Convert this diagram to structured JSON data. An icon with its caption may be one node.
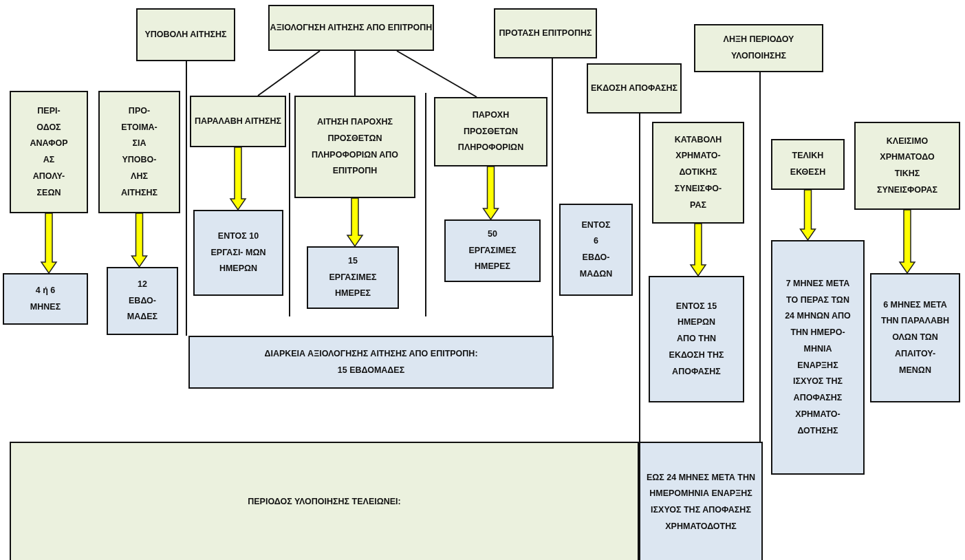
{
  "diagram": {
    "nodes": [
      {
        "text": [
          "ΥΠΟΒΟΛΗ ΑΙΤΗΣΗΣ"
        ]
      },
      {
        "text": [
          "ΑΞΙΟΛΟΓΗΣΗ ΑΙΤΗΣΗΣ ΑΠΟ ΕΠΙΤΡΟΠΗ"
        ]
      },
      {
        "text": [
          "ΠΡΟΤΑΣΗ ΕΠΙΤΡΟΠΗΣ"
        ]
      },
      {
        "text": [
          "ΕΚΔΟΣΗ ΑΠΟΦΑΣΗΣ"
        ]
      },
      {
        "text": [
          "ΛΗΞΗ ΠΕΡΙΟΔΟΥ ΥΛΟΠΟΙΗΣΗΣ"
        ]
      },
      {
        "text": [
          "ΠΕΡΙ- ΟΔΟΣ ΑΝΑΦΟΡ ΑΣ ΑΠΟΛΥ- ΣΕΩΝ"
        ]
      },
      {
        "text": [
          "ΠΡΟ- ΕΤΟΙΜΑ- ΣΙΑ ΥΠΟΒΟ- ΛΗΣ ΑΙΤΗΣΗΣ"
        ]
      },
      {
        "text": [
          "ΠΑΡΑΛΑΒΗ ΑΙΤΗΣΗΣ"
        ]
      },
      {
        "text": [
          "ΑΙΤΗΣΗ ΠΑΡΟΧΗΣ ΠΡΟΣΘΕΤΩΝ ΠΛΗΡΟΦΟΡΙΩΝ ΑΠΟ ΕΠΙΤΡΟΠΗ"
        ]
      },
      {
        "text": [
          "ΠΑΡΟΧΗ ΠΡΟΣΘΕΤΩΝ ΠΛΗΡΟΦΟΡΙΩΝ"
        ]
      },
      {
        "text": [
          "ΚΑΤΑΒΟΛΗ ΧΡΗΜΑΤΟ- ΔΟΤΙΚΗΣ ΣΥΝΕΙΣΦΟ- ΡΑΣ"
        ]
      },
      {
        "text": [
          "ΤΕΛΙΚΗ ΕΚΘΕΣΗ"
        ]
      },
      {
        "text": [
          "ΚΛΕΙΣΙΜΟ ΧΡΗΜΑΤΟΔΟ ΤΙΚΗΣ ΣΥΝΕΙΣΦΟΡΑΣ"
        ]
      },
      {
        "text": [
          "4 ή 6 ΜΗΝΕΣ"
        ]
      },
      {
        "text": [
          "12 ΕΒΔΟ- ΜΑΔΕΣ"
        ]
      },
      {
        "text": [
          "ΕΝΤΟΣ 10 ΕΡΓΑΣΙ- ΜΩΝ ΗΜΕΡΩΝ"
        ]
      },
      {
        "text": [
          "15 ΕΡΓΑΣΙΜΕΣ ΗΜΕΡΕΣ"
        ]
      },
      {
        "text": [
          "50 ΕΡΓΑΣΙΜΕΣ ΗΜΕΡΕΣ"
        ]
      },
      {
        "text": [
          "ΕΝΤΟΣ 6 ΕΒΔΟ- ΜΑΔΩΝ"
        ]
      },
      {
        "text": [
          "ΕΝΤΟΣ 15 ΗΜΕΡΩΝ ΑΠΟ ΤΗΝ ΕΚΔΟΣΗ ΤΗΣ ΑΠΟΦΑΣΗΣ"
        ]
      },
      {
        "text": [
          "7 ΜΗΝΕΣ ΜΕΤΑ ΤΟ ΠΕΡΑΣ ΤΩΝ 24 ΜΗΝΩΝ ΑΠΟ ΤΗΝ ΗΜΕΡΟ- ΜΗΝΙΑ ΕΝΑΡΞΗΣ ΙΣΧΥΟΣ ΤΗΣ ΑΠΟΦΑΣΗΣ ΧΡΗΜΑΤΟ- ΔΟΤΗΣΗΣ"
        ]
      },
      {
        "text": [
          "6 ΜΗΝΕΣ ΜΕΤΑ ΤΗΝ ΠΑΡΑΛΑΒΗ ΟΛΩΝ ΤΩΝ ΑΠΑΙΤΟΥ- ΜΕΝΩΝ"
        ]
      },
      {
        "text": [
          "ΔΙΑΡΚΕΙΑ ΑΞΙΟΛΟΓΗΣΗΣ ΑΙΤΗΣΗΣ ΑΠΟ ΕΠΙΤΡΟΠΗ:",
          "15 ΕΒΔΟΜΑΔΕΣ"
        ]
      },
      {
        "text": [
          "ΠΕΡΙΟΔΟΣ ΥΛΟΠΟΙΗΣΗΣ ΤΕΛΕΙΩΝΕΙ:"
        ]
      },
      {
        "text": [
          "ΕΩΣ 24 ΜΗΝΕΣ ΜΕΤΑ ΤΗΝ ΗΜΕΡΟΜΗΝΙΑ ΕΝΑΡΞΗΣ ΙΣΧΥΟΣ ΤΗΣ ΑΠΟΦΑΣΗΣ ΧΡΗΜΑΤΟΔΟΤΗΣ"
        ]
      }
    ],
    "edges": [
      {
        "from": 1,
        "to": 7,
        "arrow": "none"
      },
      {
        "from": 1,
        "to": 8,
        "arrow": "none"
      },
      {
        "from": 1,
        "to": 9,
        "arrow": "none"
      },
      {
        "from": 0,
        "to": 22,
        "arrow": "none"
      },
      {
        "from": 2,
        "to": 22,
        "arrow": "none"
      },
      {
        "from": 3,
        "to": 24,
        "arrow": "none"
      },
      {
        "from": 4,
        "to": 24,
        "arrow": "none"
      },
      {
        "from": 5,
        "to": 13,
        "arrow": "to",
        "style": "thick",
        "color": "#ffff00"
      },
      {
        "from": 6,
        "to": 14,
        "arrow": "to",
        "style": "thick",
        "color": "#ffff00"
      },
      {
        "from": 7,
        "to": 15,
        "arrow": "to",
        "style": "thick",
        "color": "#ffff00"
      },
      {
        "from": 8,
        "to": 16,
        "arrow": "to",
        "style": "thick",
        "color": "#ffff00"
      },
      {
        "from": 9,
        "to": 17,
        "arrow": "to",
        "style": "thick",
        "color": "#ffff00"
      },
      {
        "from": 10,
        "to": 19,
        "arrow": "to",
        "style": "thick",
        "color": "#ffff00"
      },
      {
        "from": 11,
        "to": 20,
        "arrow": "to",
        "style": "thick",
        "color": "#ffff00"
      },
      {
        "from": 12,
        "to": 21,
        "arrow": "to",
        "style": "thick",
        "color": "#ffff00"
      }
    ]
  }
}
